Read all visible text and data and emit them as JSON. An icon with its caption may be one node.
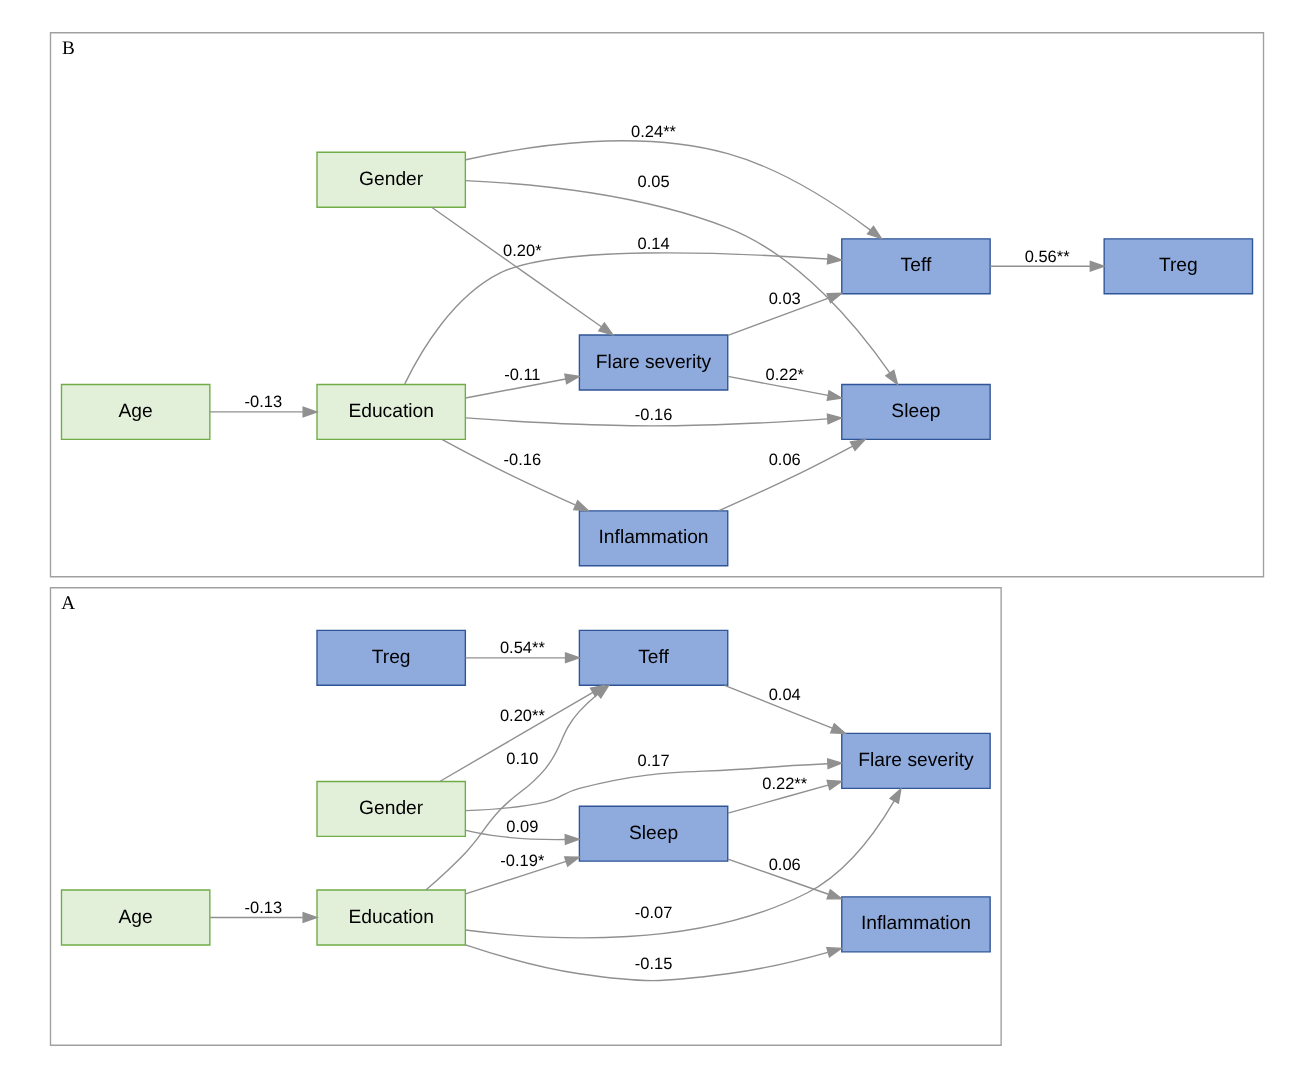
{
  "diagram": {
    "nodes": [
      {
        "text": [
          "A"
        ]
      },
      {
        "text": [
          "Age"
        ],
        "in": 0
      },
      {
        "text": [
          "Education"
        ],
        "in": 0
      },
      {
        "text": [
          "Sleep"
        ],
        "in": 0
      },
      {
        "text": [
          "Inflammation"
        ],
        "in": 0
      },
      {
        "text": [
          "Gender"
        ],
        "in": 0
      },
      {
        "text": [
          "Flare severity"
        ],
        "in": 0
      },
      {
        "text": [
          "Treg"
        ],
        "in": 0
      },
      {
        "text": [
          "Teff"
        ],
        "in": 0
      },
      {
        "text": [
          "B"
        ]
      },
      {
        "text": [
          "Age"
        ],
        "in": 9
      },
      {
        "text": [
          "Education"
        ],
        "in": 9
      },
      {
        "text": [
          "Inflammation"
        ],
        "in": 9
      },
      {
        "text": [
          "Sleep"
        ],
        "in": 9
      },
      {
        "text": [
          "Gender"
        ],
        "in": 9
      },
      {
        "text": [
          "Flare severity"
        ],
        "in": 9
      },
      {
        "text": [
          "Treg"
        ],
        "in": 9
      },
      {
        "text": [
          "Teff"
        ],
        "in": 9
      }
    ],
    "edges": [
      {
        "from": 1,
        "to": 2,
        "arrow": "to",
        "label": "-0.13"
      },
      {
        "from": 2,
        "to": 4,
        "arrow": "to",
        "label": "-0.15"
      },
      {
        "from": 2,
        "to": 3,
        "arrow": "to",
        "label": "-0.19*"
      },
      {
        "from": 2,
        "to": 6,
        "arrow": "to",
        "label": "-0.07"
      },
      {
        "from": 2,
        "to": 8,
        "arrow": "to",
        "label": "0.10"
      },
      {
        "from": 3,
        "to": 4,
        "arrow": "to",
        "label": "0.06"
      },
      {
        "from": 3,
        "to": 6,
        "arrow": "to",
        "label": "0.22**"
      },
      {
        "from": 5,
        "to": 3,
        "arrow": "to",
        "label": "0.09"
      },
      {
        "from": 5,
        "to": 6,
        "arrow": "to",
        "label": "0.17"
      },
      {
        "from": 5,
        "to": 8,
        "arrow": "to",
        "label": "0.20**"
      },
      {
        "from": 7,
        "to": 8,
        "arrow": "to",
        "label": "0.54**"
      },
      {
        "from": 8,
        "to": 6,
        "arrow": "to",
        "label": "0.04"
      },
      {
        "from": 10,
        "to": 11,
        "arrow": "to",
        "label": "-0.13"
      },
      {
        "from": 11,
        "to": 13,
        "arrow": "to",
        "label": "-0.16"
      },
      {
        "from": 11,
        "to": 12,
        "arrow": "to",
        "label": "-0.16"
      },
      {
        "from": 11,
        "to": 15,
        "arrow": "to",
        "label": "-0.11"
      },
      {
        "from": 11,
        "to": 17,
        "arrow": "to",
        "label": "0.14"
      },
      {
        "from": 12,
        "to": 13,
        "arrow": "to",
        "label": "0.06"
      },
      {
        "from": 14,
        "to": 13,
        "arrow": "to",
        "label": "0.05"
      },
      {
        "from": 14,
        "to": 15,
        "arrow": "to",
        "label": "0.20*"
      },
      {
        "from": 14,
        "to": 17,
        "arrow": "to",
        "label": "0.24**"
      },
      {
        "from": 15,
        "to": 13,
        "arrow": "to",
        "label": "0.22*"
      },
      {
        "from": 15,
        "to": 17,
        "arrow": "to",
        "label": "0.03"
      },
      {
        "from": 17,
        "to": 16,
        "arrow": "to",
        "label": "0.56**"
      }
    ]
  }
}
